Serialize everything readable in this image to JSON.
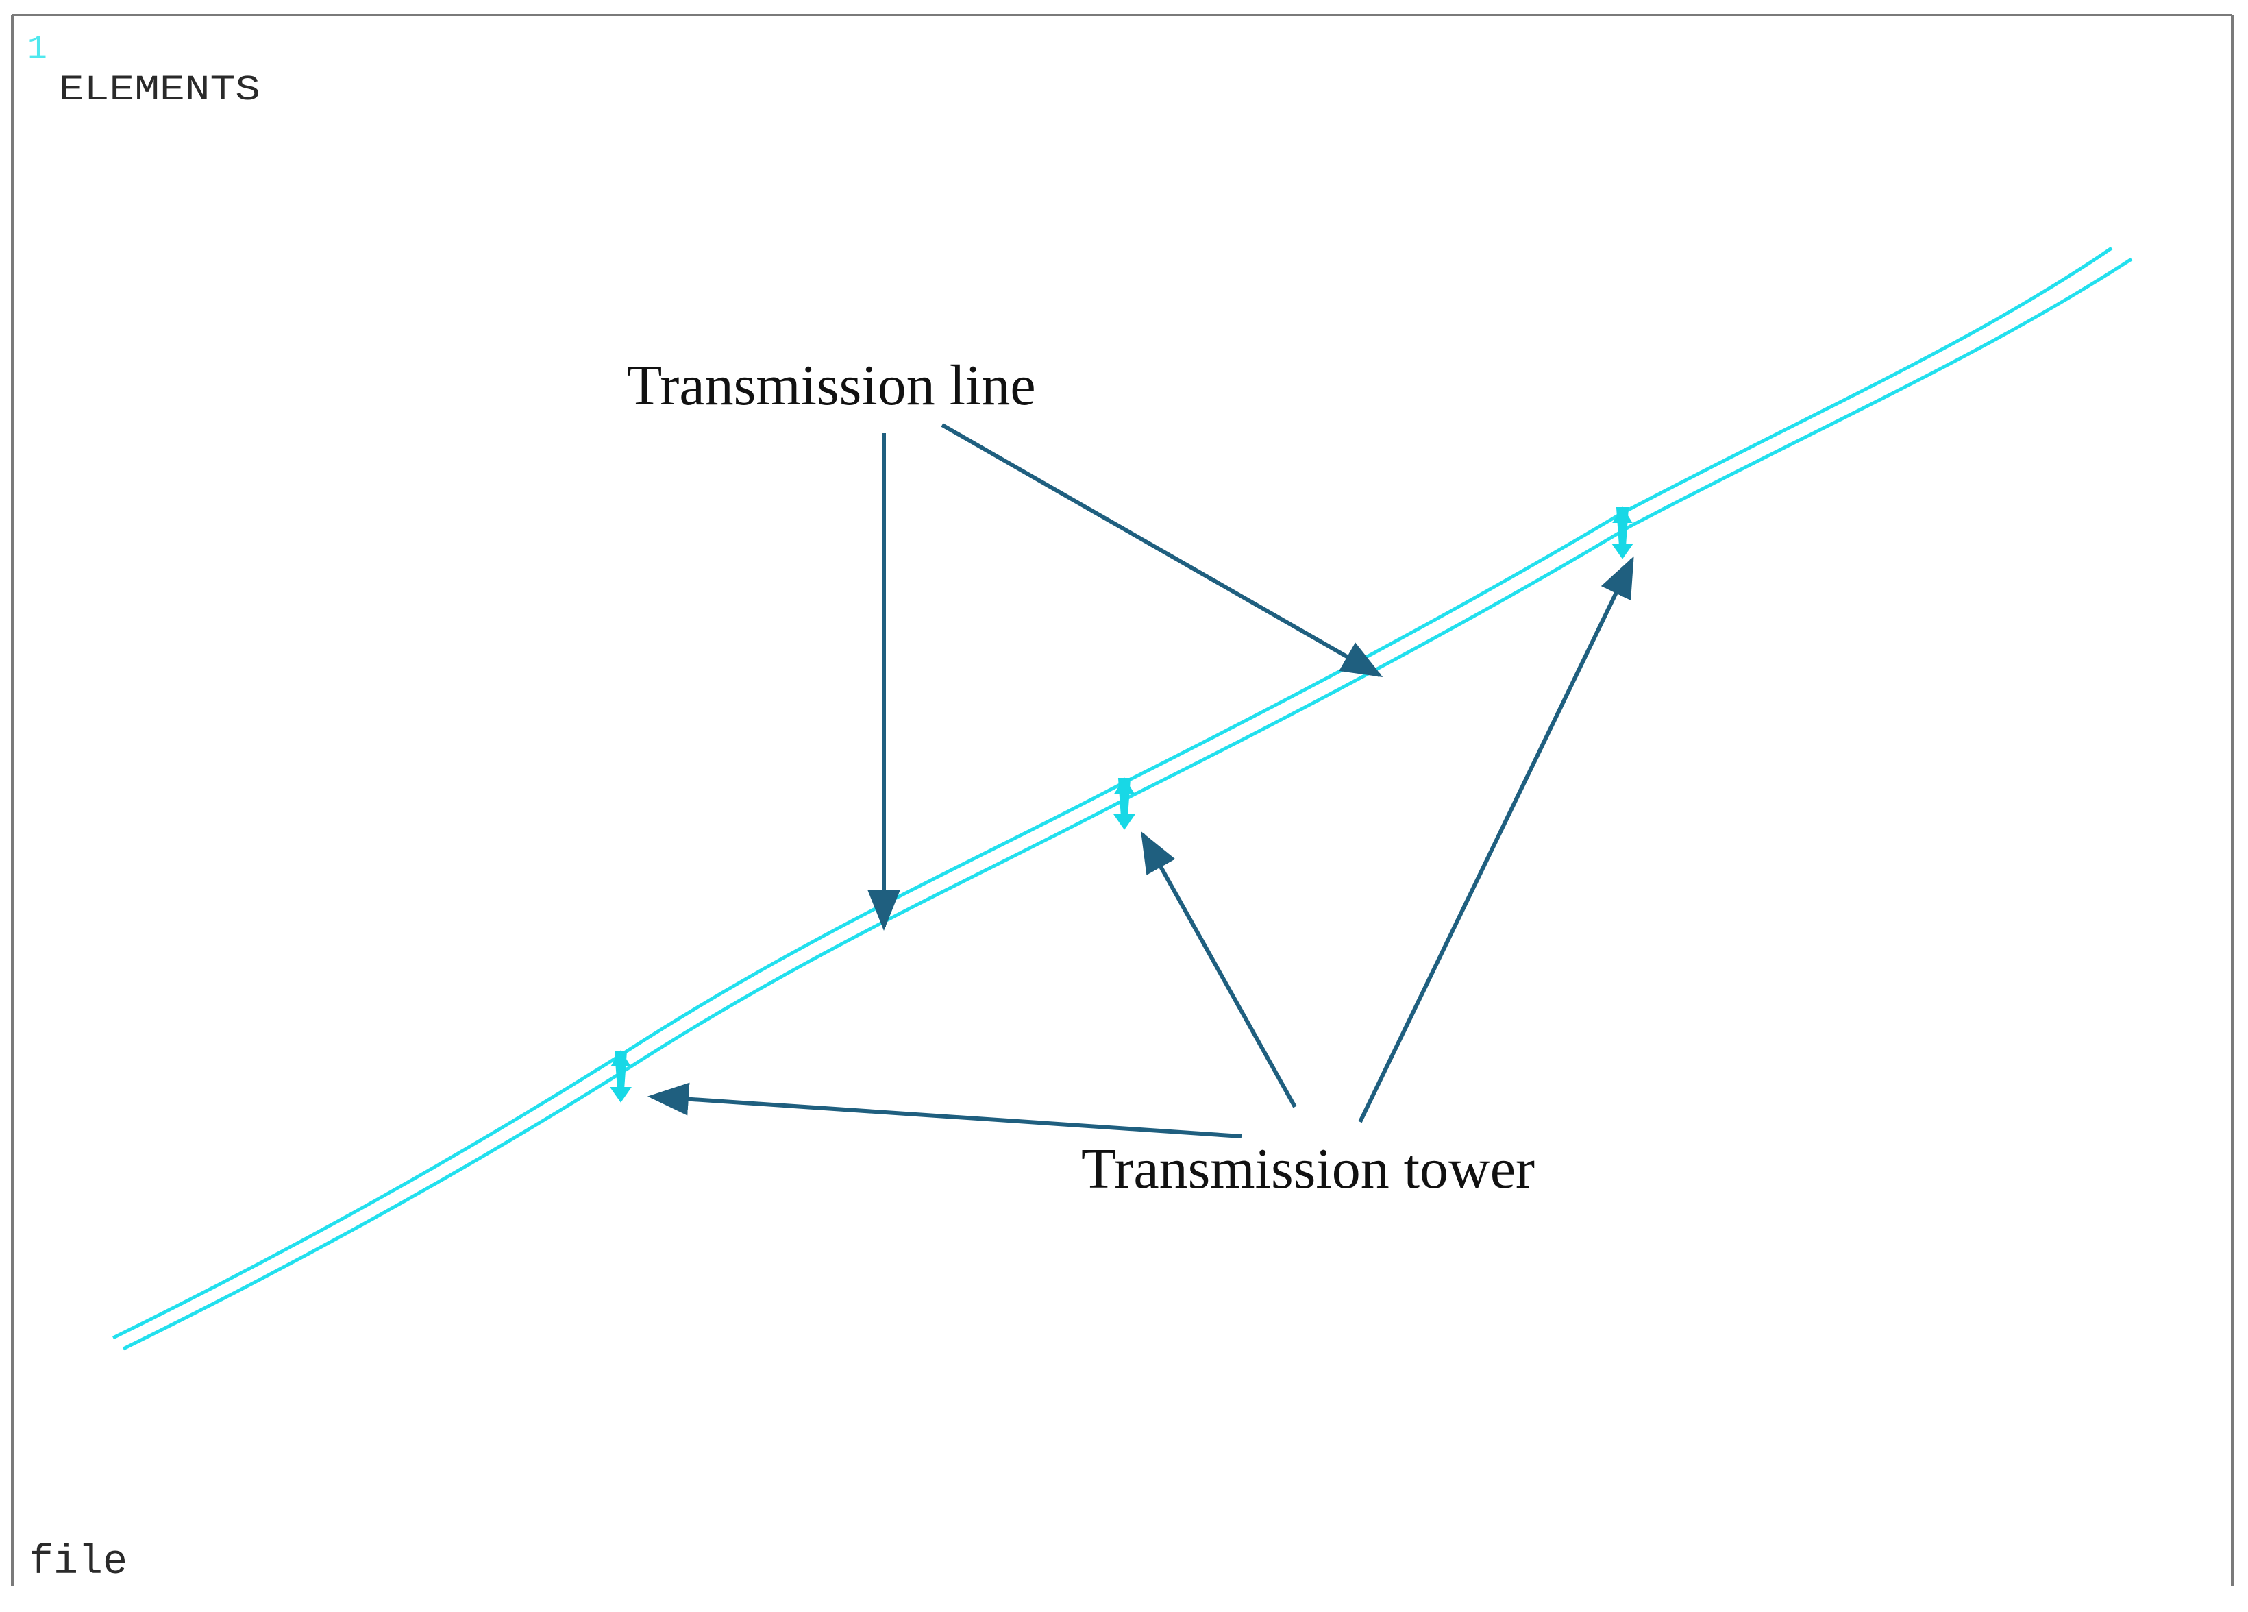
{
  "window": {
    "number": "1",
    "mode_title": "ELEMENTS",
    "footer_label": "file"
  },
  "labels": {
    "line": "Transmission line",
    "tower": "Transmission tower"
  },
  "colors": {
    "background": "#ffffff",
    "frame": "#7a7a7a",
    "line": "#22e0ee",
    "tower": "#18d8e6",
    "arrow": "#1f5f7f",
    "number": "#4fe8ee",
    "text": "#111111"
  }
}
